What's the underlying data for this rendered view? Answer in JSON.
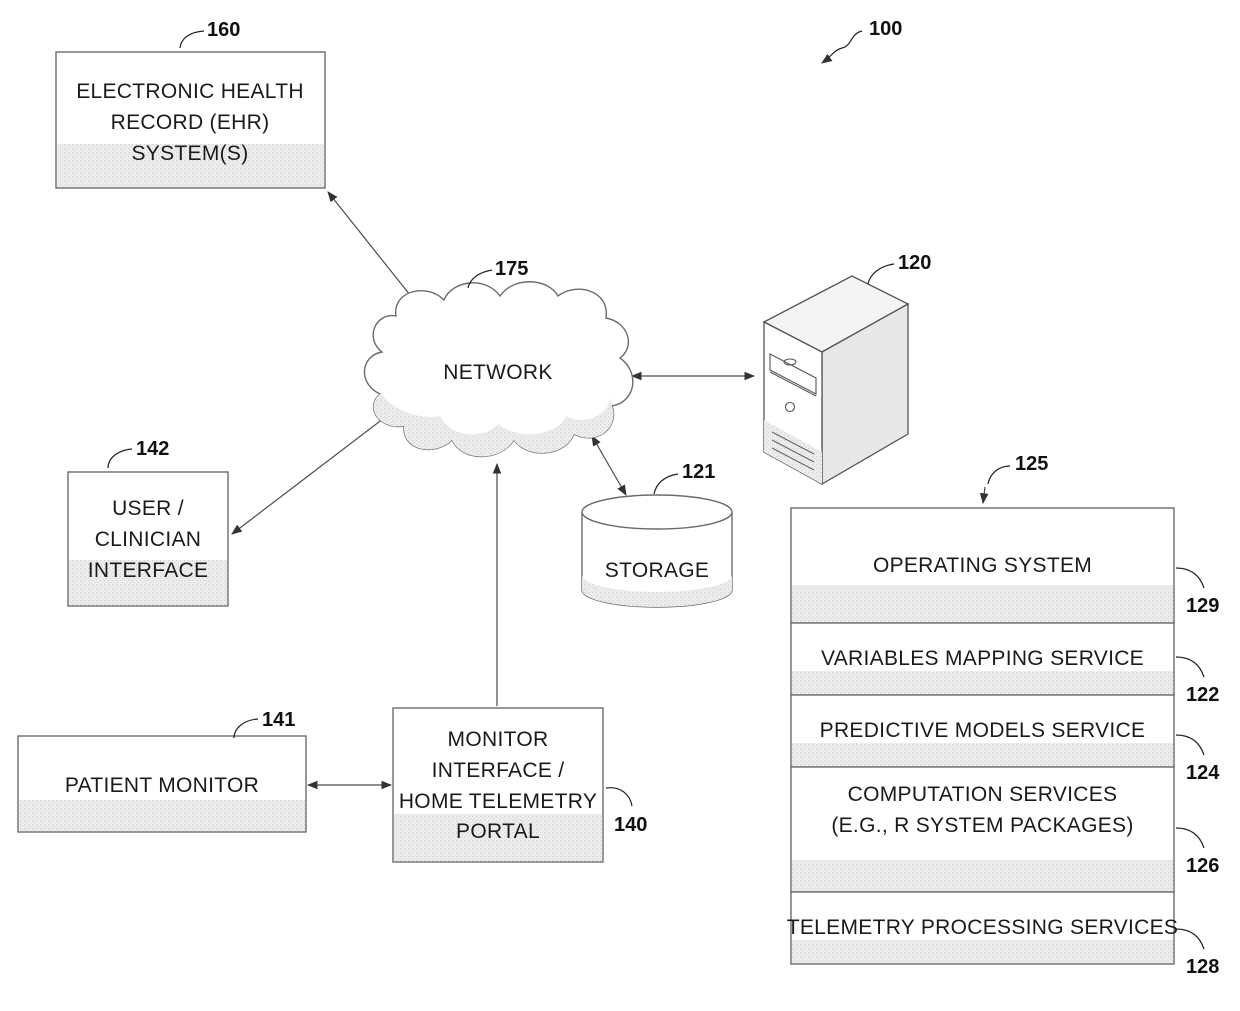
{
  "figure_ref": "100",
  "ehr": {
    "lines": [
      "ELECTRONIC HEALTH",
      "RECORD (EHR)",
      "SYSTEM(S)"
    ],
    "ref": "160"
  },
  "network": {
    "label": "NETWORK",
    "ref": "175"
  },
  "server": {
    "ref": "120"
  },
  "clinician": {
    "lines": [
      "USER /",
      "CLINICIAN",
      "INTERFACE"
    ],
    "ref": "142"
  },
  "storage": {
    "label": "STORAGE",
    "ref": "121"
  },
  "patient_monitor": {
    "label": "PATIENT MONITOR",
    "ref": "141"
  },
  "monitor_interface": {
    "lines": [
      "MONITOR",
      "INTERFACE /",
      "HOME TELEMETRY",
      "PORTAL"
    ],
    "ref": "140"
  },
  "stack": {
    "ref": "125",
    "layers": [
      {
        "lines": [
          "OPERATING SYSTEM"
        ],
        "ref": "129"
      },
      {
        "lines": [
          "VARIABLES MAPPING SERVICE"
        ],
        "ref": "122"
      },
      {
        "lines": [
          "PREDICTIVE MODELS SERVICE"
        ],
        "ref": "124"
      },
      {
        "lines": [
          "COMPUTATION SERVICES",
          "(E.G., R SYSTEM PACKAGES)"
        ],
        "ref": "126"
      },
      {
        "lines": [
          "TELEMETRY PROCESSING SERVICES"
        ],
        "ref": "128"
      }
    ]
  }
}
